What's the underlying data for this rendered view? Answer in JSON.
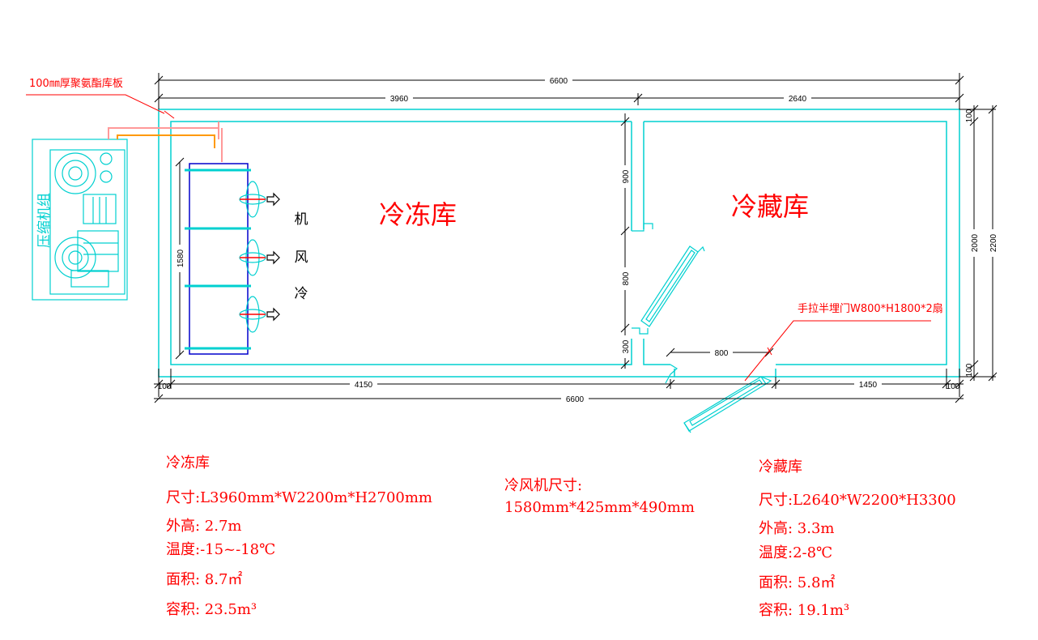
{
  "labels": {
    "insulation_panel": "100㎜厚聚氨酯库板",
    "compressor_unit": "压缩机组",
    "freezer_room": "冷冻库",
    "cold_room": "冷藏库",
    "fan_char_1": "机",
    "fan_char_2": "风",
    "fan_char_3": "冷",
    "door_note": "手拉半埋门W800*H1800*2扇"
  },
  "dimensions": {
    "top_total": "6600",
    "top_left": "3960",
    "top_right": "2640",
    "bottom_edge": "100",
    "bottom_left": "4150",
    "bottom_total": "6600",
    "bottom_right": "1450",
    "bottom_right_edge": "100",
    "door_width": "800",
    "partition_top": "900",
    "partition_door": "800",
    "partition_bottom": "300",
    "evaporator_length": "1580",
    "inner_width": "2000",
    "outer_width": "2200",
    "right_top_edge": "100",
    "right_bottom_edge": "100"
  },
  "freezer_spec": {
    "title": "冷冻库",
    "size": "尺寸:L3960mm*W2200m*H2700mm",
    "height": "外高: 2.7m",
    "temperature": "温度:-15~-18℃",
    "area": "面积: 8.7㎡",
    "volume": "容积: 23.5m³"
  },
  "fan_spec": {
    "title": "冷风机尺寸:",
    "size": "1580mm*425mm*490mm"
  },
  "cold_spec": {
    "title": "冷藏库",
    "size": "尺寸:L2640*W2200*H3300",
    "height": "外高: 3.3m",
    "temperature": "温度:2-8℃",
    "area": "面积: 5.8㎡",
    "volume": "容积: 19.1m³"
  },
  "colors": {
    "wall": "#00d0d0",
    "dimension": "#000000",
    "annotation": "#ff0000",
    "evaporator": "#0000cc",
    "pipe": "#ff9900"
  }
}
